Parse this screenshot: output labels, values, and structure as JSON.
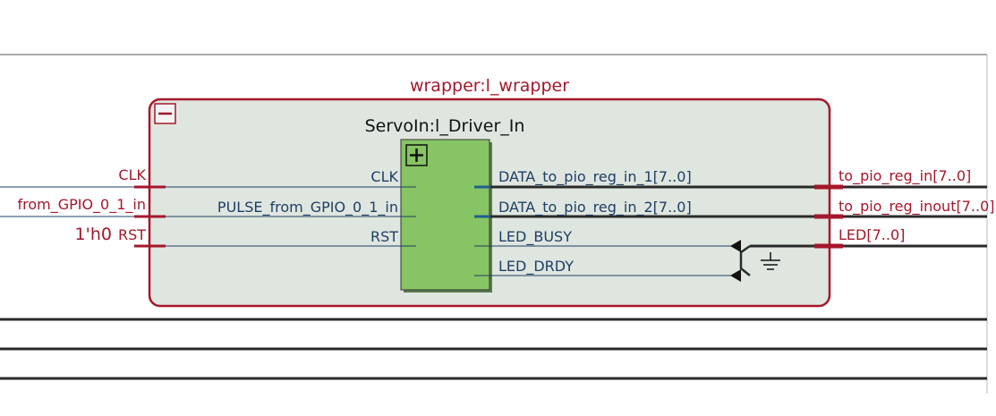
{
  "wrapper": {
    "title": "wrapper:l_wrapper"
  },
  "driver": {
    "title": "ServoIn:l_Driver_In"
  },
  "top_ports": [
    {
      "name": "CLK",
      "const": ""
    },
    {
      "name": "from_GPIO_0_1_in",
      "const": ""
    },
    {
      "name": "RST",
      "const": "1'h0"
    }
  ],
  "wrapper_out_ports": [
    "to_pio_reg_in[7..0]",
    "to_pio_reg_inout[7..0]",
    "LED[7..0]"
  ],
  "driver_in_pins": [
    "CLK",
    "PULSE_from_GPIO_0_1_in",
    "RST"
  ],
  "driver_out_pins": [
    "DATA_to_pio_reg_in_1[7..0]",
    "DATA_to_pio_reg_in_2[7..0]",
    "LED_BUSY",
    "LED_DRDY"
  ],
  "icons": {
    "expand": "plus-icon",
    "collapse": "minus-icon",
    "ground": "ground-icon"
  },
  "colors": {
    "wrapper_border": "#a5172b",
    "wrapper_fill": "#dfe6df",
    "driver_fill": "#87c463",
    "bus_wire": "#1f5f8f",
    "wire": "#2a2a2a"
  }
}
